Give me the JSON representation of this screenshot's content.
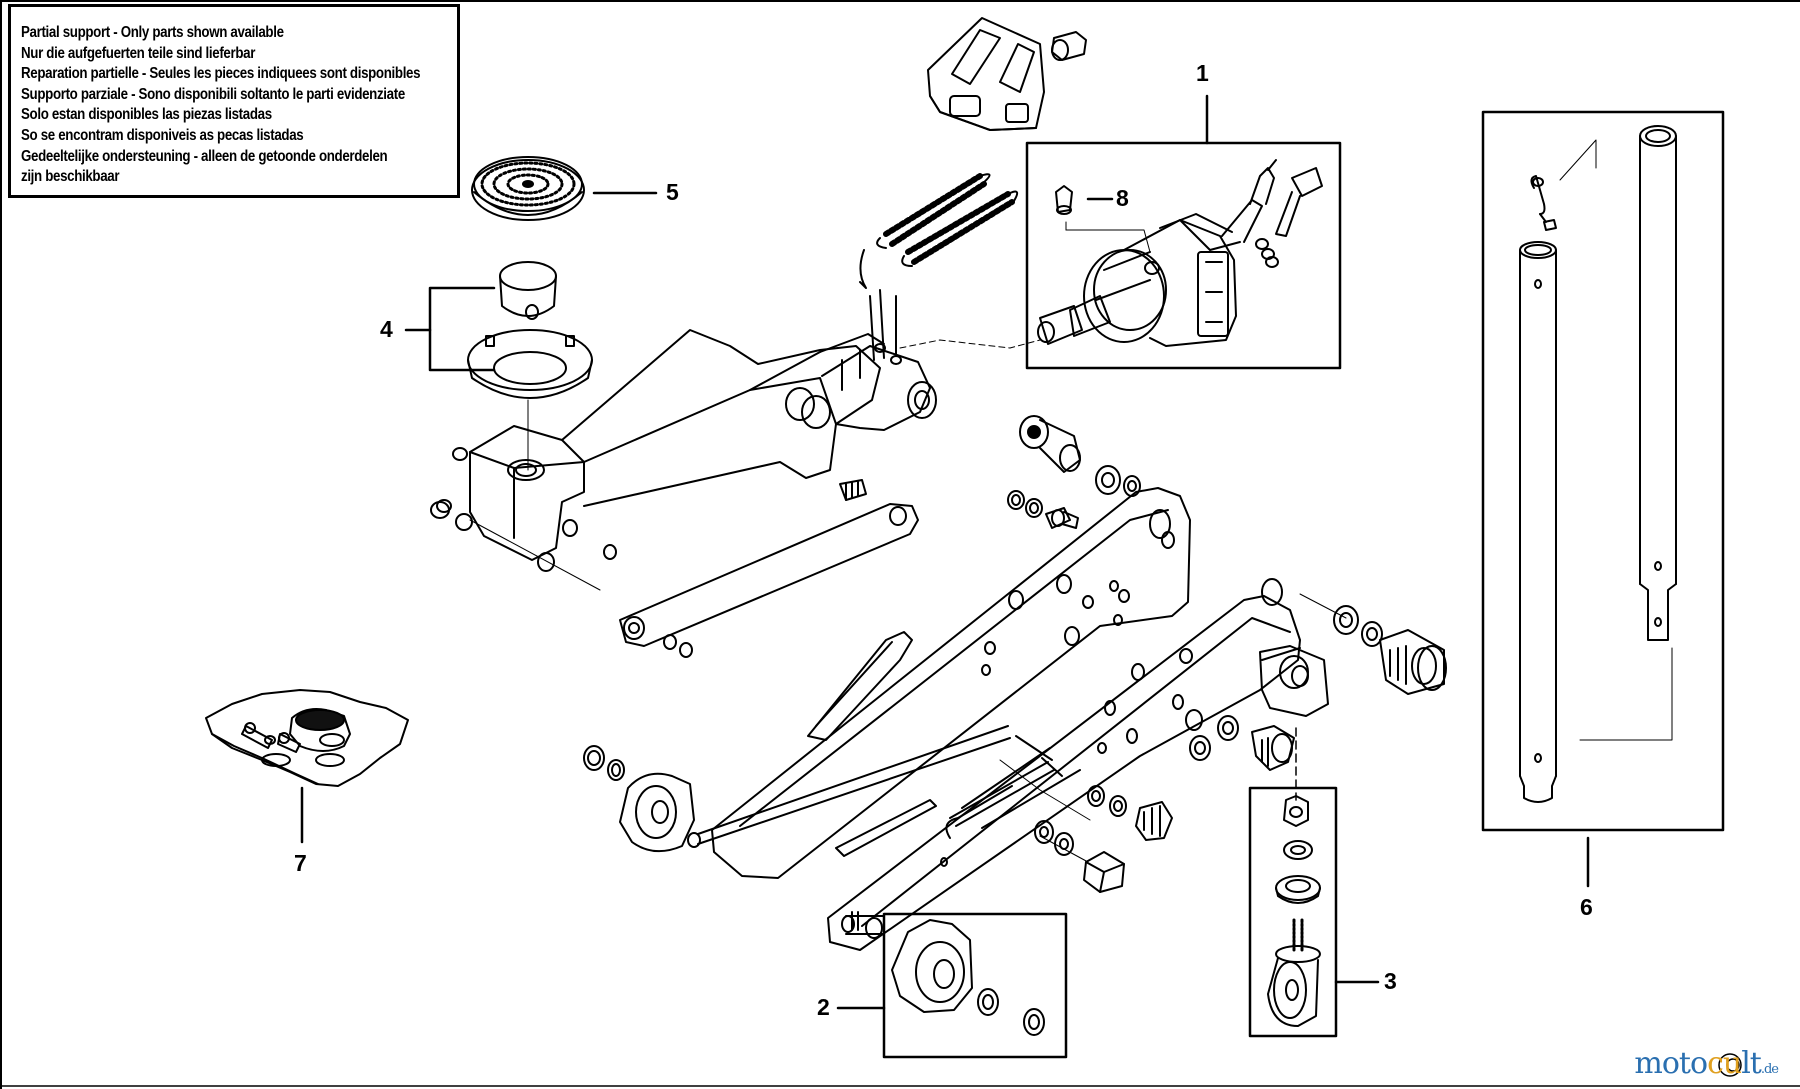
{
  "notice": {
    "lines": [
      "Partial support - Only parts shown available",
      "Nur die aufgefuerten teile sind lieferbar",
      "Reparation partielle - Seules les pieces indiquees sont disponibles",
      "Supporto parziale - Sono disponibili soltanto le parti evidenziate",
      "Solo estan disponibles las piezas listadas",
      "So se encontram disponiveis as pecas listadas",
      "Gedeeltelijke ondersteuning - alleen de getoonde onderdelen",
      "zijn beschikbaar"
    ]
  },
  "callouts": {
    "c1": "1",
    "c2": "2",
    "c3": "3",
    "c4": "4",
    "c5": "5",
    "c6": "6",
    "c7": "7",
    "c8": "8"
  },
  "watermark": {
    "prefix": "moto",
    "highlight": "cu",
    "suffix": "lt",
    "tld": ".de"
  }
}
